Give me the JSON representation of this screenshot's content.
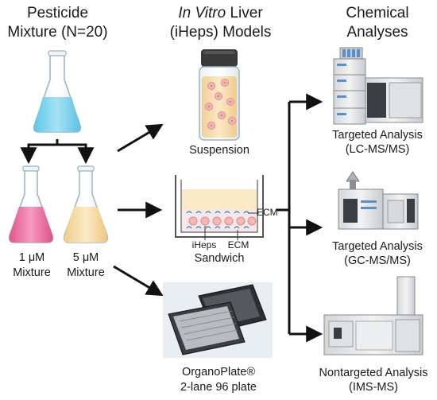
{
  "headers": {
    "left_line1": "Pesticide",
    "left_line2": "Mixture (N=20)",
    "middle_italic": "In Vitro",
    "middle_rest": " Liver",
    "middle_line2": "(iHeps) Models",
    "right_line1": "Chemical",
    "right_line2": "Analyses"
  },
  "mixtures": {
    "left_conc": "1 μM",
    "left_label": "Mixture",
    "right_conc": "5 μM",
    "right_label": "Mixture"
  },
  "models": {
    "suspension": "Suspension",
    "sandwich": "Sandwich",
    "ecm_top": "ECM",
    "iheps": "iHeps",
    "ecm_bottom": "ECM",
    "organoplate_line1": "OrganoPlate®",
    "organoplate_line2": "2-lane 96 plate"
  },
  "analyses": {
    "lc_line1": "Targeted Analysis",
    "lc_line2": "(LC-MS/MS)",
    "gc_line1": "Targeted Analysis",
    "gc_line2": "(GC-MS/MS)",
    "ims_line1": "Nontargeted Analysis",
    "ims_line2": "(IMS-MS)"
  },
  "colors": {
    "blue_liquid": "#7fd3ee",
    "pink_liquid": "#ec6fa0",
    "yellow_liquid": "#f7dba0",
    "arrow": "#111111",
    "cell_pink": "#f3b9b4",
    "suspension_fluid": "#f8dfae",
    "vial_cap": "#3a3a3a"
  }
}
